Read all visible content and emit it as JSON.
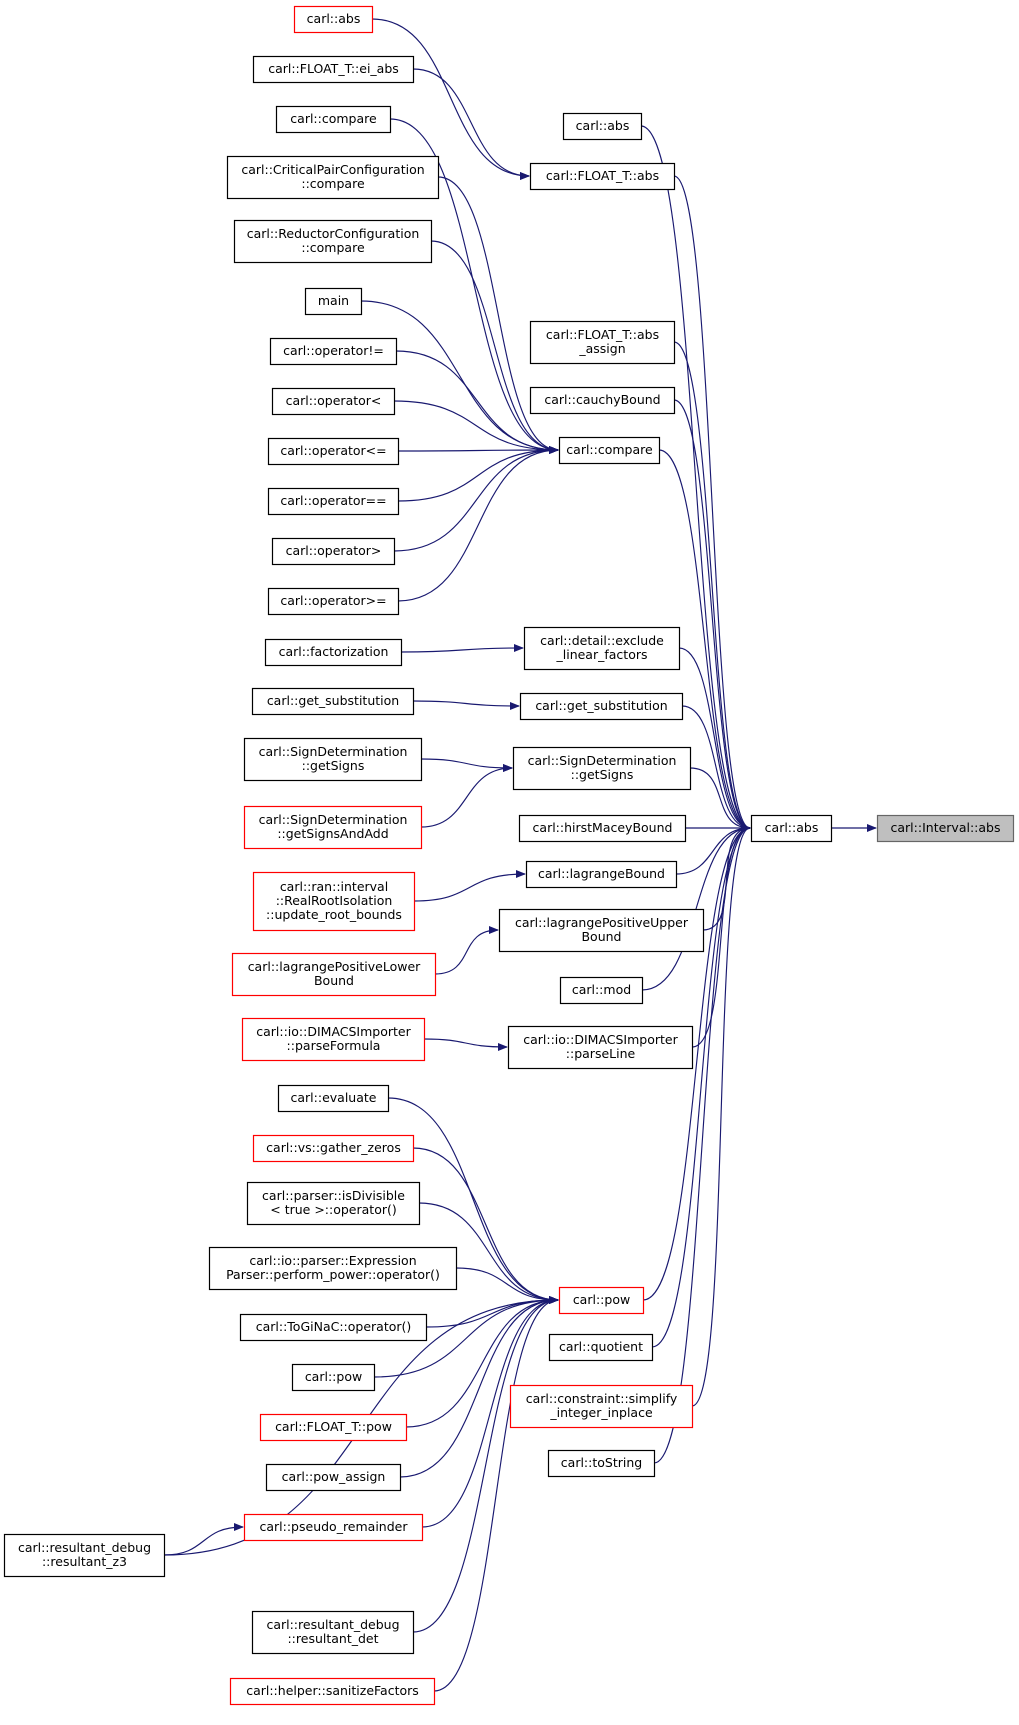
{
  "diagram": {
    "type": "doxygen-caller-graph",
    "arrow_color": "#191970",
    "highlight_fill": "#bfbfbf",
    "caller_border_color": "#000000",
    "truncated_border_color": "#ff0000",
    "nodes": [
      {
        "id": "interval_abs",
        "lines": [
          "carl::Interval::abs"
        ],
        "style": "focus"
      },
      {
        "id": "abs_main",
        "lines": [
          "carl::abs"
        ],
        "style": "normal"
      },
      {
        "id": "n_abs_top",
        "lines": [
          "carl::abs"
        ],
        "style": "red"
      },
      {
        "id": "n_ei_abs",
        "lines": [
          "carl::FLOAT_T::ei_abs"
        ],
        "style": "normal"
      },
      {
        "id": "n_compare_l",
        "lines": [
          "carl::compare"
        ],
        "style": "normal"
      },
      {
        "id": "n_cpc_compare",
        "lines": [
          "carl::CriticalPairConfiguration",
          "::compare"
        ],
        "style": "normal"
      },
      {
        "id": "n_rc_compare",
        "lines": [
          "carl::ReductorConfiguration",
          "::compare"
        ],
        "style": "normal"
      },
      {
        "id": "n_main",
        "lines": [
          "main"
        ],
        "style": "normal"
      },
      {
        "id": "n_op_ne",
        "lines": [
          "carl::operator!="
        ],
        "style": "normal"
      },
      {
        "id": "n_op_lt",
        "lines": [
          "carl::operator<"
        ],
        "style": "normal"
      },
      {
        "id": "n_op_le",
        "lines": [
          "carl::operator<="
        ],
        "style": "normal"
      },
      {
        "id": "n_op_eq",
        "lines": [
          "carl::operator=="
        ],
        "style": "normal"
      },
      {
        "id": "n_op_gt",
        "lines": [
          "carl::operator>"
        ],
        "style": "normal"
      },
      {
        "id": "n_op_ge",
        "lines": [
          "carl::operator>="
        ],
        "style": "normal"
      },
      {
        "id": "n_factorization",
        "lines": [
          "carl::factorization"
        ],
        "style": "normal"
      },
      {
        "id": "n_get_subst_l",
        "lines": [
          "carl::get_substitution"
        ],
        "style": "normal"
      },
      {
        "id": "n_sd_getsigns_l",
        "lines": [
          "carl::SignDetermination",
          "::getSigns"
        ],
        "style": "normal"
      },
      {
        "id": "n_sd_getsignsadd",
        "lines": [
          "carl::SignDetermination",
          "::getSignsAndAdd"
        ],
        "style": "red"
      },
      {
        "id": "n_ran_update",
        "lines": [
          "carl::ran::interval",
          "::RealRootIsolation",
          "::update_root_bounds"
        ],
        "style": "red"
      },
      {
        "id": "n_lag_pos_lower",
        "lines": [
          "carl::lagrangePositiveLower",
          "Bound"
        ],
        "style": "red"
      },
      {
        "id": "n_dimacs_formula",
        "lines": [
          "carl::io::DIMACSImporter",
          "::parseFormula"
        ],
        "style": "red"
      },
      {
        "id": "n_evaluate",
        "lines": [
          "carl::evaluate"
        ],
        "style": "normal"
      },
      {
        "id": "n_gather_zeros",
        "lines": [
          "carl::vs::gather_zeros"
        ],
        "style": "red"
      },
      {
        "id": "n_isdivisible",
        "lines": [
          "carl::parser::isDivisible",
          "< true >::operator()"
        ],
        "style": "normal"
      },
      {
        "id": "n_exprparser",
        "lines": [
          "carl::io::parser::Expression",
          "Parser::perform_power::operator()"
        ],
        "style": "normal"
      },
      {
        "id": "n_toginac",
        "lines": [
          "carl::ToGiNaC::operator()"
        ],
        "style": "normal"
      },
      {
        "id": "n_pow_l",
        "lines": [
          "carl::pow"
        ],
        "style": "normal"
      },
      {
        "id": "n_float_pow",
        "lines": [
          "carl::FLOAT_T::pow"
        ],
        "style": "red"
      },
      {
        "id": "n_pow_assign",
        "lines": [
          "carl::pow_assign"
        ],
        "style": "normal"
      },
      {
        "id": "n_pseudo_rem",
        "lines": [
          "carl::pseudo_remainder"
        ],
        "style": "red"
      },
      {
        "id": "n_res_z3",
        "lines": [
          "carl::resultant_debug",
          "::resultant_z3"
        ],
        "style": "normal"
      },
      {
        "id": "n_res_det",
        "lines": [
          "carl::resultant_debug",
          "::resultant_det"
        ],
        "style": "normal"
      },
      {
        "id": "n_sanitize",
        "lines": [
          "carl::helper::sanitizeFactors"
        ],
        "style": "red"
      },
      {
        "id": "m_abs",
        "lines": [
          "carl::abs"
        ],
        "style": "normal"
      },
      {
        "id": "m_float_abs",
        "lines": [
          "carl::FLOAT_T::abs"
        ],
        "style": "normal"
      },
      {
        "id": "m_abs_assign",
        "lines": [
          "carl::FLOAT_T::abs",
          "_assign"
        ],
        "style": "normal"
      },
      {
        "id": "m_cauchy",
        "lines": [
          "carl::cauchyBound"
        ],
        "style": "normal"
      },
      {
        "id": "m_compare",
        "lines": [
          "carl::compare"
        ],
        "style": "normal"
      },
      {
        "id": "m_exclude",
        "lines": [
          "carl::detail::exclude",
          "_linear_factors"
        ],
        "style": "normal"
      },
      {
        "id": "m_get_subst",
        "lines": [
          "carl::get_substitution"
        ],
        "style": "normal"
      },
      {
        "id": "m_getsigns",
        "lines": [
          "carl::SignDetermination",
          "::getSigns"
        ],
        "style": "normal"
      },
      {
        "id": "m_hirst",
        "lines": [
          "carl::hirstMaceyBound"
        ],
        "style": "normal"
      },
      {
        "id": "m_lagrange",
        "lines": [
          "carl::lagrangeBound"
        ],
        "style": "normal"
      },
      {
        "id": "m_lag_pos_upper",
        "lines": [
          "carl::lagrangePositiveUpper",
          "Bound"
        ],
        "style": "normal"
      },
      {
        "id": "m_mod",
        "lines": [
          "carl::mod"
        ],
        "style": "normal"
      },
      {
        "id": "m_parseline",
        "lines": [
          "carl::io::DIMACSImporter",
          "::parseLine"
        ],
        "style": "normal"
      },
      {
        "id": "m_pow",
        "lines": [
          "carl::pow"
        ],
        "style": "red"
      },
      {
        "id": "m_quotient",
        "lines": [
          "carl::quotient"
        ],
        "style": "normal"
      },
      {
        "id": "m_simplify",
        "lines": [
          "carl::constraint::simplify",
          "_integer_inplace"
        ],
        "style": "red"
      },
      {
        "id": "m_tostring",
        "lines": [
          "carl::toString"
        ],
        "style": "normal"
      }
    ]
  }
}
